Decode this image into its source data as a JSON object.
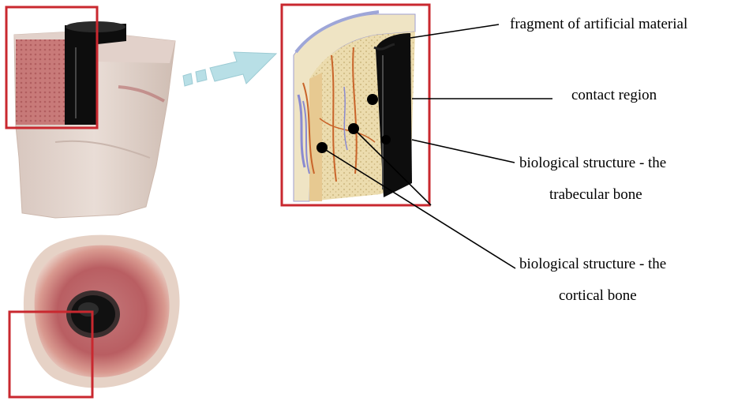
{
  "labels": {
    "artificial_material": "fragment of artificial material",
    "contact_region": "contact region",
    "trabecular_line1": "biological structure - the",
    "trabecular_line2": "trabecular bone",
    "cortical_line1": "biological structure - the",
    "cortical_line2": "cortical bone"
  },
  "colors": {
    "highlight_frame": "#c9282f",
    "arrow_fill": "#b8dfe6",
    "leader_line": "#000000",
    "implant": "#0d0d0d",
    "bone_tissue": "#d99a90",
    "trabecular_matrix": "#ead9a8",
    "blood_vessel": "#c9642a",
    "nerve": "#8a8ad0"
  }
}
